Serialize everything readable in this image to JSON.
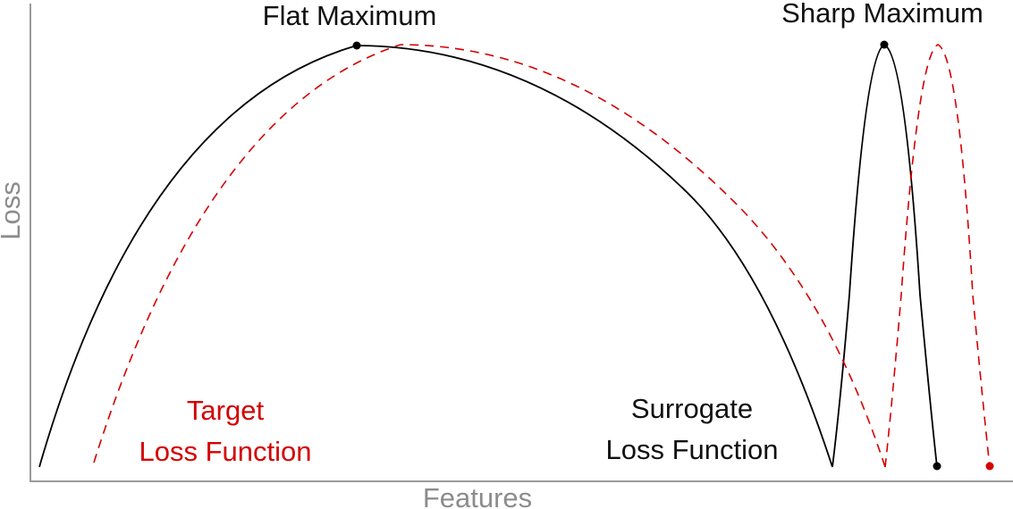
{
  "diagram": {
    "x_axis_label": "Features",
    "y_axis_label": "Loss",
    "annotations": {
      "flat_maximum": "Flat Maximum",
      "sharp_maximum": "Sharp Maximum",
      "target_line1": "Target",
      "target_line2": "Loss Function",
      "surrogate_line1": "Surrogate",
      "surrogate_line2": "Loss Function"
    },
    "colors": {
      "surrogate_curve": "#000000",
      "target_curve": "#d40000",
      "axis": "#9a9a9a",
      "axis_label": "#8c8c8c"
    }
  }
}
